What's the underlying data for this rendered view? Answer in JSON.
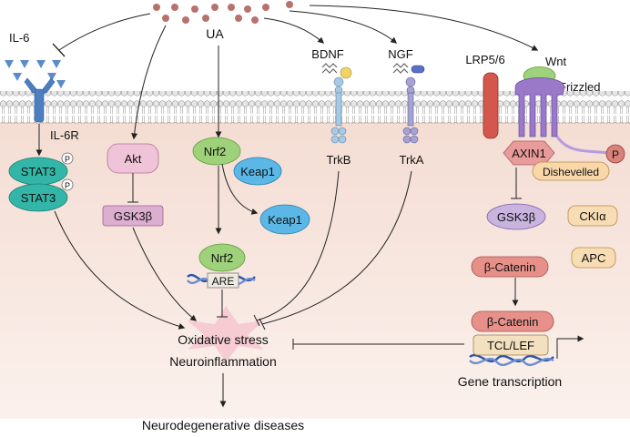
{
  "labels": {
    "il6": "IL-6",
    "il6r": "IL-6R",
    "ua": "UA",
    "bdnf": "BDNF",
    "ngf": "NGF",
    "lrp": "LRP5/6",
    "wnt": "Wnt",
    "frizzled": "Frizzled",
    "stat3_top": "STAT3",
    "stat3_bottom": "STAT3",
    "phospho": "P",
    "akt": "Akt",
    "gsk3b_left": "GSK3β",
    "nrf2_top": "Nrf2",
    "keap1_bound": "Keap1",
    "keap1_free": "Keap1",
    "nrf2_bottom": "Nrf2",
    "are": "ARE",
    "trkb": "TrkB",
    "trka": "TrkA",
    "axin1": "AXIN1",
    "dishevelled": "Dishevelled",
    "gsk3b_right": "GSK3β",
    "ck1a": "CKIα",
    "apc": "APC",
    "bcatenin_top": "β-Catenin",
    "bcatenin_bottom": "β-Catenin",
    "tcf_lef": "TCL/LEF",
    "gene_transcription": "Gene transcription",
    "oxidative_stress": "Oxidative stress",
    "neuroinflammation": "Neuroinflammation",
    "neurodegenerative": "Neurodegenerative diseases"
  },
  "colors": {
    "cytoplasm": "#f7e4dc",
    "membrane_head": "#e9e9e9",
    "stat3": "#33b6a8",
    "akt": "#f0c4d8",
    "gsk3b_left": "#dcaed0",
    "nrf2": "#9ed27a",
    "keap1": "#5bb8e6",
    "axin1": "#e99a9a",
    "dishevelled": "#f9d7a9",
    "gsk3b_right": "#c9b3df",
    "ck1a": "#f7dcb4",
    "apc": "#f7dcb4",
    "bcatenin": "#e7908a",
    "tcf_lef": "#f2e0bf",
    "frizzled": "#9a79c8",
    "lrp": "#d4574e",
    "wnt": "#9fd27c",
    "phospho": "#d8827b",
    "ua_dots": "#b8726e",
    "il6": "#5b8bc9",
    "burst": "#f6c5cf",
    "dna": "#2b55a8"
  }
}
